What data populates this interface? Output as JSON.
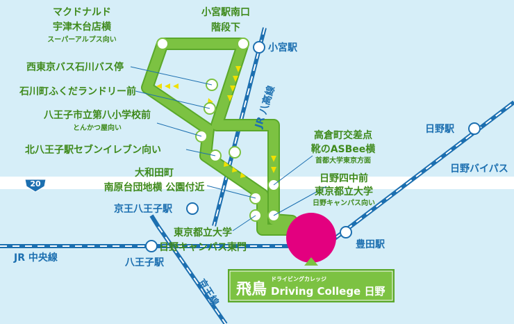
{
  "map": {
    "colors": {
      "background": "#d6eef8",
      "road": "#ffffff",
      "route_fill": "#7cc242",
      "route_border": "#5aa82a",
      "arrow": "#f0e000",
      "rail_blue": "#1c6fb0",
      "school_marker": "#e3007f",
      "label_green": "#3f8a1c",
      "label_blue": "#1c6fb0"
    },
    "road_sign": {
      "number": "20"
    },
    "bus_stops": [
      {
        "name": "マクドナルド",
        "name2": "宇津木台店横",
        "note": "スーパーアルプス向い"
      },
      {
        "name": "小宮駅南口",
        "name2": "階段下"
      },
      {
        "name": "西東京バス石川バス停"
      },
      {
        "name": "石川町ふくだランドリー前"
      },
      {
        "name": "八王子市立第八小学校前",
        "note": "とんかつ屋向い"
      },
      {
        "name": "北八王子駅セブンイレブン向い"
      },
      {
        "name": "高倉町交差点",
        "name2": "靴のASBee横",
        "note": "首都大学東京方面"
      },
      {
        "name": "大和田町",
        "name2": "南原台団地横 公園付近"
      },
      {
        "name": "日野四中前",
        "name2": "東京都立大学",
        "note": "日野キャンパス向い"
      },
      {
        "name": "東京都立大学",
        "name2": "日野キャンパス東門"
      }
    ],
    "stations": {
      "komiya": "小宮駅",
      "hino": "日野駅",
      "keio_hachioji": "京王八王子駅",
      "toyoda": "豊田駅",
      "hachioji": "八王子駅"
    },
    "lines": {
      "jr_hachiko": "JR 八高線",
      "jr_chuo": "JR 中央線",
      "keio": "京王線"
    },
    "roads": {
      "hino_bypass": "日野バイパス"
    },
    "school": {
      "brand": "飛鳥",
      "kana": "ドライビングカレッジ",
      "name": "Driving College 日野"
    }
  }
}
